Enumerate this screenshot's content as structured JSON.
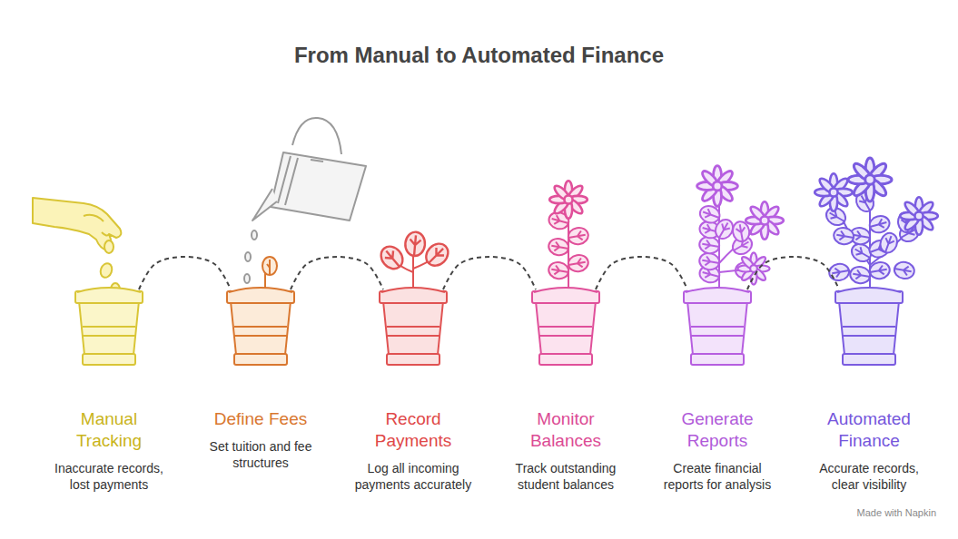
{
  "diagram": {
    "title": "From Manual to Automated Finance",
    "nodes": [
      {
        "text": [
          "Manual Tracking",
          "Inaccurate records, lost payments"
        ]
      },
      {
        "text": [
          "Define Fees",
          "Set tuition and fee structures"
        ]
      },
      {
        "text": [
          "Record Payments",
          "Log all incoming payments accurately"
        ]
      },
      {
        "text": [
          "Monitor Balances",
          "Track outstanding student balances"
        ]
      },
      {
        "text": [
          "Generate Reports",
          "Create financial reports for analysis"
        ]
      },
      {
        "text": [
          "Automated Finance",
          "Accurate records, clear visibility"
        ]
      }
    ],
    "edges": [
      {
        "from": 0,
        "to": 1,
        "arrow": "none"
      },
      {
        "from": 1,
        "to": 2,
        "arrow": "none"
      },
      {
        "from": 2,
        "to": 3,
        "arrow": "none"
      },
      {
        "from": 3,
        "to": 4,
        "arrow": "none"
      },
      {
        "from": 4,
        "to": 5,
        "arrow": "none"
      }
    ],
    "labels": [
      "Made with Napkin"
    ]
  }
}
